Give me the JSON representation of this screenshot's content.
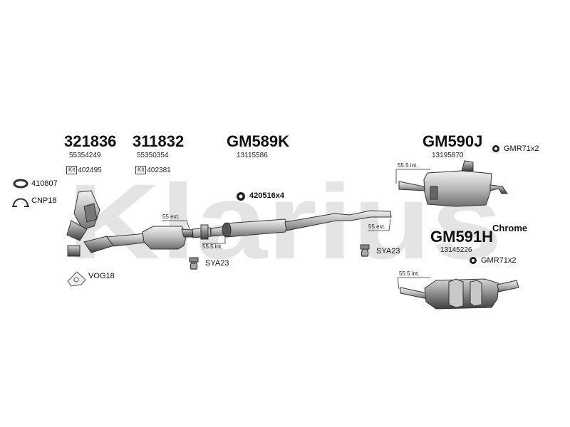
{
  "watermark": {
    "text": "Klarius",
    "color": "#e4e4e4"
  },
  "parts": {
    "p321836": {
      "number": "321836",
      "oem": "55354249",
      "kit": "402495"
    },
    "p311832": {
      "number": "311832",
      "oem": "55350354",
      "kit": "402381"
    },
    "gm589k": {
      "number": "GM589K",
      "oem": "13115586"
    },
    "gm590j": {
      "number": "GM590J",
      "oem": "13195870"
    },
    "gm591h": {
      "number": "GM591H",
      "oem": "13145226"
    }
  },
  "kit_prefix": "Kit",
  "accessories": {
    "a410807": "410807",
    "cnp18": "CNP18",
    "a420516": "420516x4",
    "sya23_left": "SYA23",
    "sya23_right": "SYA23",
    "vog18": "VOG18",
    "gmr71_top": "GMR71x2",
    "gmr71_bottom": "GMR71x2"
  },
  "dimensions": {
    "d55ext_left": "55 ext.",
    "d555int_left": "55.5 int.",
    "d55ext_right": "55 ext.",
    "d555int_top": "55.5 int.",
    "d555int_bottom": "55.5 int."
  },
  "finish_label": "Chrome"
}
